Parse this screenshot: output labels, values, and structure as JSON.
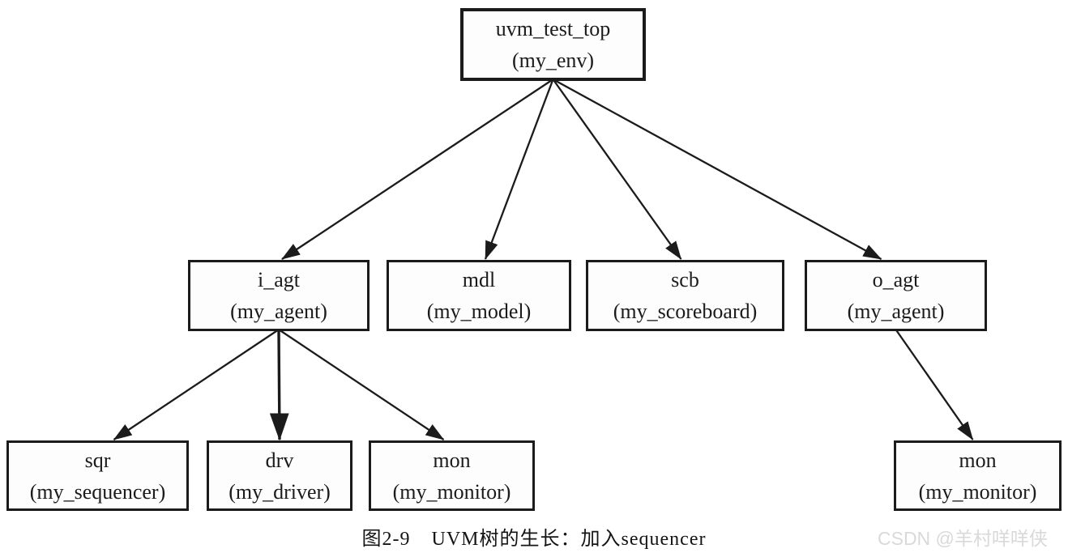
{
  "caption": {
    "figure_label": "图2-9",
    "text": "UVM树的生长：加入sequencer"
  },
  "watermark": {
    "text": "CSDN @羊村咩咩侠"
  },
  "diagram": {
    "nodes": [
      {
        "id": "uvm_test_top",
        "instance": "uvm_test_top",
        "class": "(my_env)"
      },
      {
        "id": "i_agt",
        "instance": "i_agt",
        "class": "(my_agent)"
      },
      {
        "id": "mdl",
        "instance": "mdl",
        "class": "(my_model)"
      },
      {
        "id": "scb",
        "instance": "scb",
        "class": "(my_scoreboard)"
      },
      {
        "id": "o_agt",
        "instance": "o_agt",
        "class": "(my_agent)"
      },
      {
        "id": "sqr",
        "instance": "sqr",
        "class": "(my_sequencer)"
      },
      {
        "id": "drv",
        "instance": "drv",
        "class": "(my_driver)"
      },
      {
        "id": "mon_i",
        "instance": "mon",
        "class": "(my_monitor)"
      },
      {
        "id": "mon_o",
        "instance": "mon",
        "class": "(my_monitor)"
      }
    ],
    "edges": [
      {
        "from": "uvm_test_top",
        "to": "i_agt"
      },
      {
        "from": "uvm_test_top",
        "to": "mdl"
      },
      {
        "from": "uvm_test_top",
        "to": "scb"
      },
      {
        "from": "uvm_test_top",
        "to": "o_agt"
      },
      {
        "from": "i_agt",
        "to": "sqr"
      },
      {
        "from": "i_agt",
        "to": "drv"
      },
      {
        "from": "i_agt",
        "to": "mon_i"
      },
      {
        "from": "o_agt",
        "to": "mon_o"
      }
    ],
    "colors": {
      "line": "#1b1b1b",
      "box_border": "#1b1b1b",
      "text": "#1b1b1b",
      "watermark": "#d9d9d9",
      "background": "#ffffff"
    }
  }
}
